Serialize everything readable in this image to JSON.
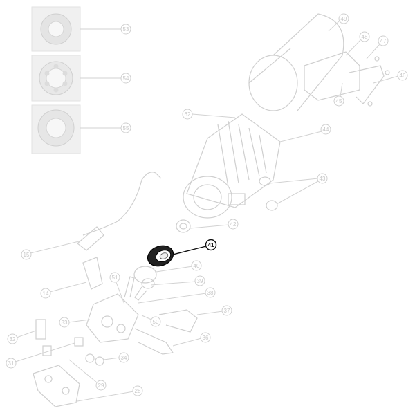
{
  "diagram": {
    "highlighted_part": "41",
    "callouts": [
      "53",
      "54",
      "55",
      "49",
      "48",
      "47",
      "46",
      "45",
      "62",
      "44",
      "43",
      "42",
      "41",
      "40",
      "39",
      "38",
      "37",
      "36",
      "15",
      "14",
      "33",
      "51",
      "50",
      "34",
      "32",
      "31",
      "29",
      "28"
    ]
  }
}
